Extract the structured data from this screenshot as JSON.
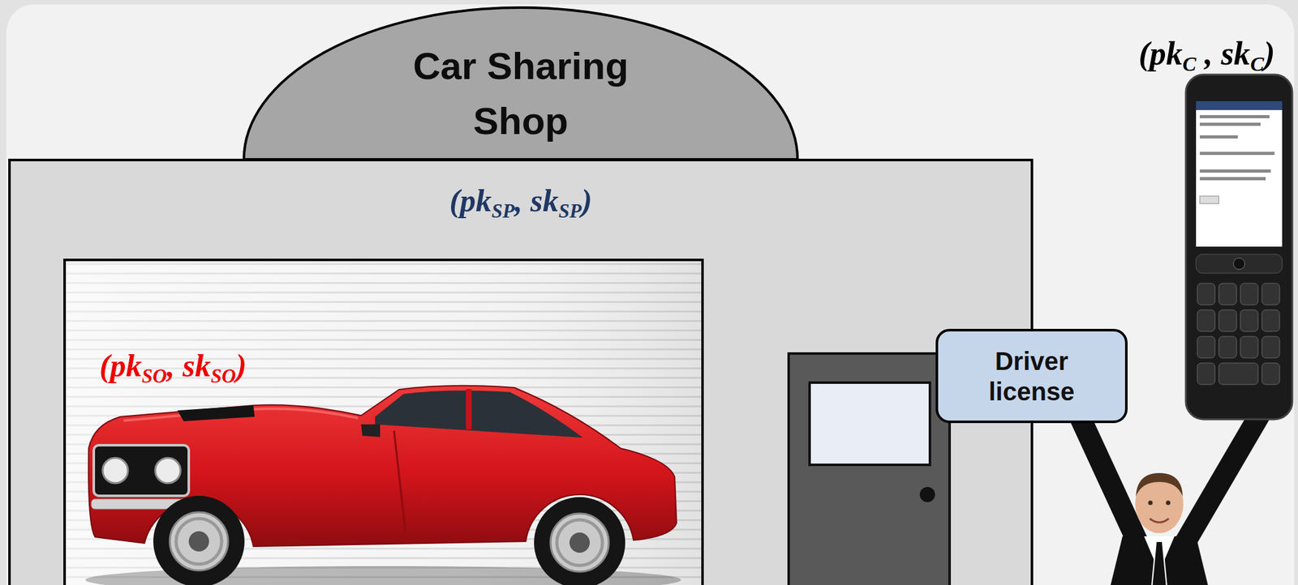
{
  "diagram": {
    "nodes": [
      {
        "text": [
          "Car Sharing Shop"
        ]
      },
      {
        "text": [
          "(pkSP, skSP)"
        ]
      },
      {
        "text": [
          "(pkSO, skSO)"
        ],
        "in": 1
      },
      {
        "text": [
          "Driver license"
        ]
      }
    ],
    "labels": [
      "(pkC , skC)"
    ]
  }
}
